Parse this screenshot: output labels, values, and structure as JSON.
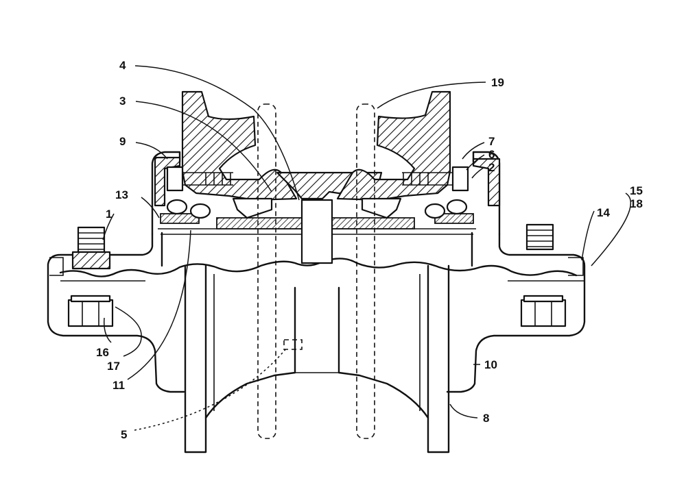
{
  "reference_numerals": {
    "n1": "1",
    "n2": "2",
    "n3": "3",
    "n4": "4",
    "n5": "5",
    "n6": "6",
    "n7": "7",
    "n8": "8",
    "n9": "9",
    "n10": "10",
    "n11": "11",
    "n13": "13",
    "n14": "14",
    "n15": "15",
    "n16": "16",
    "n17": "17",
    "n18": "18",
    "n19": "19"
  }
}
